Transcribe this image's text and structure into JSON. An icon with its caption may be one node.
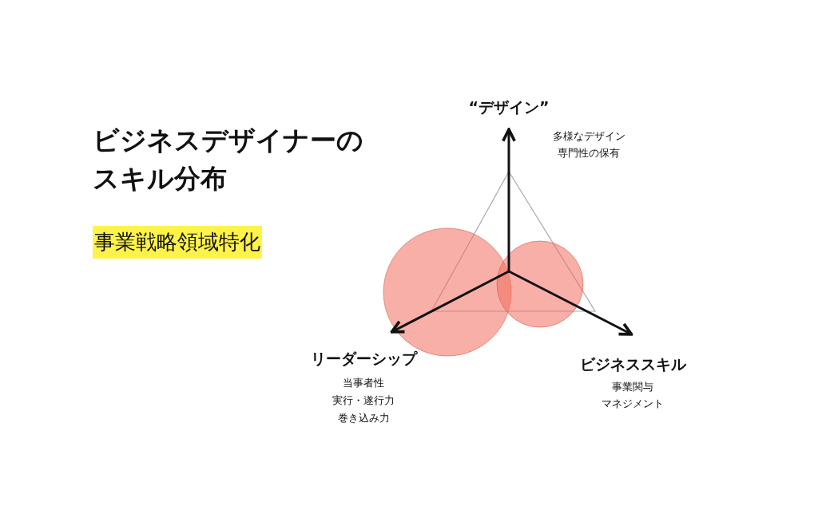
{
  "diagram": {
    "title": "ビジネスデザイナーのスキル分布",
    "labels": [
      "事業戦略領域特化",
      "“デザイン”",
      "多様なデザイン専門性の保有",
      "リーダーシップ",
      "当事者性",
      "実行・遂行力",
      "巻き込み力",
      "ビジネススキル",
      "事業関与",
      "マネジメント"
    ]
  }
}
